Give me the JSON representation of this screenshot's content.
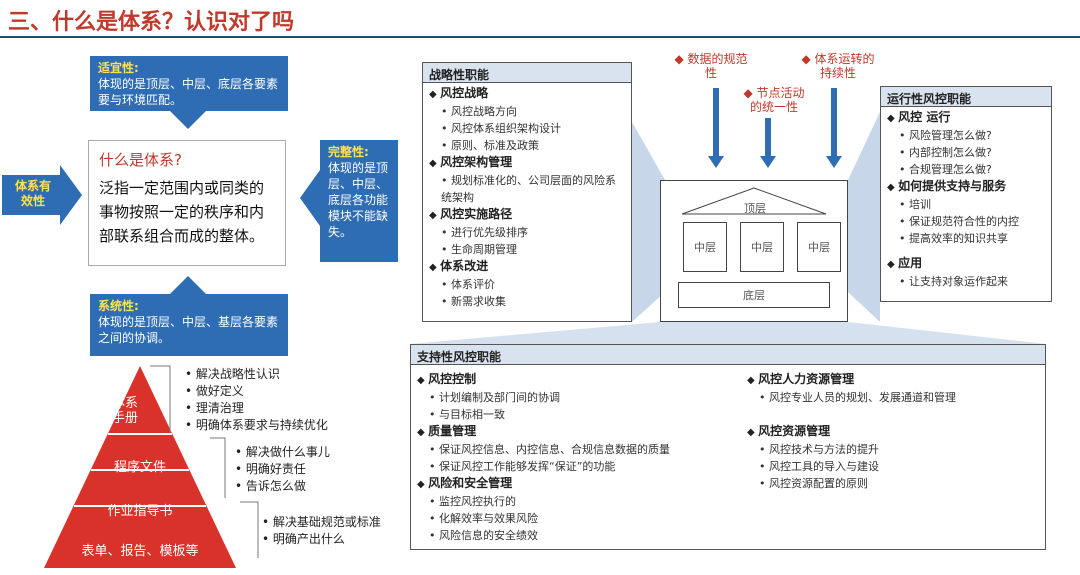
{
  "title": "三、什么是体系？认识对了吗",
  "suitability": {
    "heading": "适宜性:",
    "body": "体现的是顶层、中层、底层各要素要与环境匹配。"
  },
  "effectiveness": "体系有效性",
  "completeness": {
    "heading": "完整性:",
    "body": "体现的是顶层、中层、底层各功能模块不能缺失。"
  },
  "systematic": {
    "heading": "系统性:",
    "body": "体现的是顶层、中层、基层各要素之间的协调。"
  },
  "what": {
    "question": "什么是体系?",
    "definition": "泛指一定范围内或同类的事物按照一定的秩序和内部联系组合而成的整体。"
  },
  "pyramid": {
    "levels": [
      "体系手册",
      "程序文件",
      "作业指导书",
      "表单、报告、模板等"
    ],
    "notes": [
      [
        "解决战略性认识",
        "做好定义",
        "理清治理",
        "明确体系要求与持续优化"
      ],
      [
        "解决做什么事儿",
        "明确好责任",
        "告诉怎么做"
      ],
      [
        "解决基础规范或标准",
        "明确产出什么"
      ]
    ]
  },
  "strategic": {
    "header": "战略性职能",
    "sections": [
      {
        "name": "风控战略",
        "items": [
          "风控战略方向",
          "风控体系组织架构设计",
          "原则、标准及政策"
        ]
      },
      {
        "name": "风控架构管理",
        "items": [
          "规划标准化的、公司层面的风险系统架构"
        ]
      },
      {
        "name": "风控实施路径",
        "items": [
          "进行优先级排序",
          "生命周期管理"
        ]
      },
      {
        "name": "体系改进",
        "items": [
          "体系评价",
          "新需求收集"
        ]
      }
    ]
  },
  "top_labels": [
    "数据的规范性",
    "节点活动的统一性",
    "体系运转的持续性"
  ],
  "house": {
    "top": "顶层",
    "mid": [
      "中层",
      "中层",
      "中层"
    ],
    "bottom": "底层"
  },
  "operational": {
    "header": "运行性风控职能",
    "sections": [
      {
        "name": "风控 运行",
        "items": [
          "风险管理怎么做?",
          "内部控制怎么做?",
          "合规管理怎么做?"
        ]
      },
      {
        "name": "如何提供支持与服务",
        "items": [
          "培训",
          "保证规范符合性的内控",
          "提高效率的知识共享"
        ]
      },
      {
        "name": "应用",
        "items": [
          "让支持对象运作起来"
        ]
      }
    ]
  },
  "supporting": {
    "header": "支持性风控职能",
    "left": [
      {
        "name": "风控控制",
        "items": [
          "计划编制及部门间的协调",
          "与目标相一致"
        ]
      },
      {
        "name": "质量管理",
        "items": [
          "保证风控信息、内控信息、合规信息数据的质量",
          "保证风控工作能够发挥“保证”的功能"
        ]
      },
      {
        "name": "风险和安全管理",
        "items": [
          "监控风控执行的",
          "化解效率与效果风险",
          "风险信息的安全绩效"
        ]
      }
    ],
    "right": [
      {
        "name": "风控人力资源管理",
        "items": [
          "风控专业人员的规划、发展通道和管理"
        ]
      },
      {
        "name": "风控资源管理",
        "items": [
          "风控技术与方法的提升",
          "风控工具的导入与建设",
          "风控资源配置的原则"
        ]
      }
    ]
  },
  "colors": {
    "blue": "#2e6db4",
    "title_red": "#c0392b",
    "pyramid_red": "#d8322a",
    "panel_header": "#d9e3ef"
  }
}
